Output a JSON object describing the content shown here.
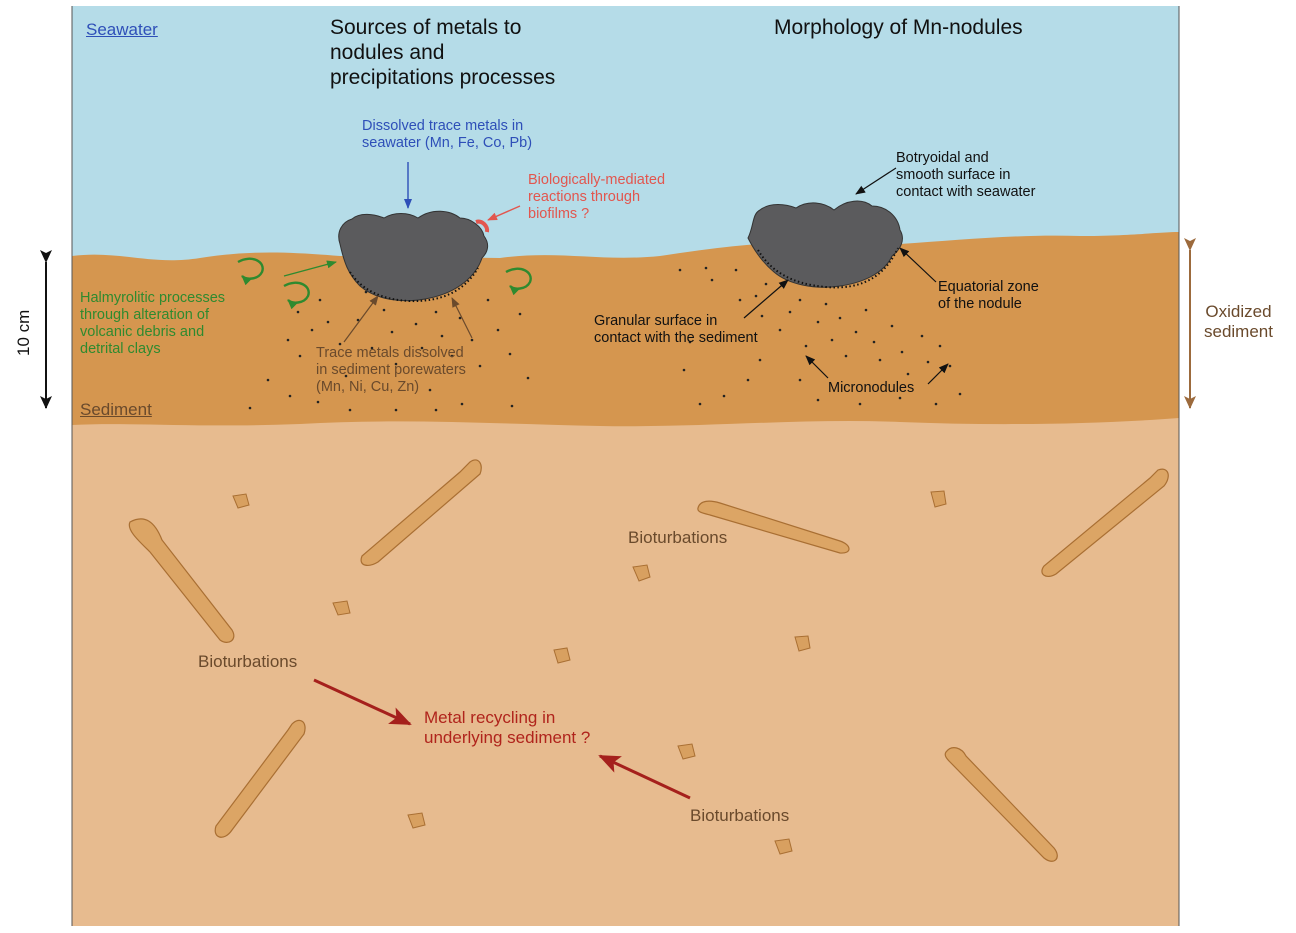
{
  "zones": {
    "seawater": "Seawater",
    "sediment": "Sediment",
    "oxidized": [
      "Oxidized",
      "sediment"
    ],
    "scale": "10 cm"
  },
  "titles": {
    "sources": [
      "Sources of metals to",
      "nodules and",
      "precipitations processes"
    ],
    "morphology": "Morphology of Mn-nodules"
  },
  "labels": {
    "dissolved": [
      "Dissolved trace metals in",
      "seawater (Mn, Fe, Co, Pb)"
    ],
    "bio": [
      "Biologically-mediated",
      "reactions through",
      "biofilms ?"
    ],
    "halmyrolitic": [
      "Halmyrolitic processes",
      "through alteration of",
      "volcanic debris and",
      "detrital clays"
    ],
    "porewater": [
      "Trace metals dissolved",
      "in sediment porewaters",
      "(Mn, Ni, Cu, Zn)"
    ],
    "botryoidal": [
      "Botryoidal and",
      "smooth surface in",
      "contact with seawater"
    ],
    "equatorial": [
      "Equatorial zone",
      "of the nodule"
    ],
    "granular": [
      "Granular surface in",
      "contact with the sediment"
    ],
    "micronodules": "Micronodules",
    "bioturbations": "Bioturbations",
    "recycling": [
      "Metal recycling in",
      "underlying sediment ?"
    ]
  },
  "colors": {
    "seawater": "#b5dce8",
    "oxidized": "#d5964f",
    "underlying": "#e7bb8f",
    "nodule": "#5b5b5d",
    "burrow": "#dca565",
    "brown_arrow": "#9c6a3c"
  }
}
